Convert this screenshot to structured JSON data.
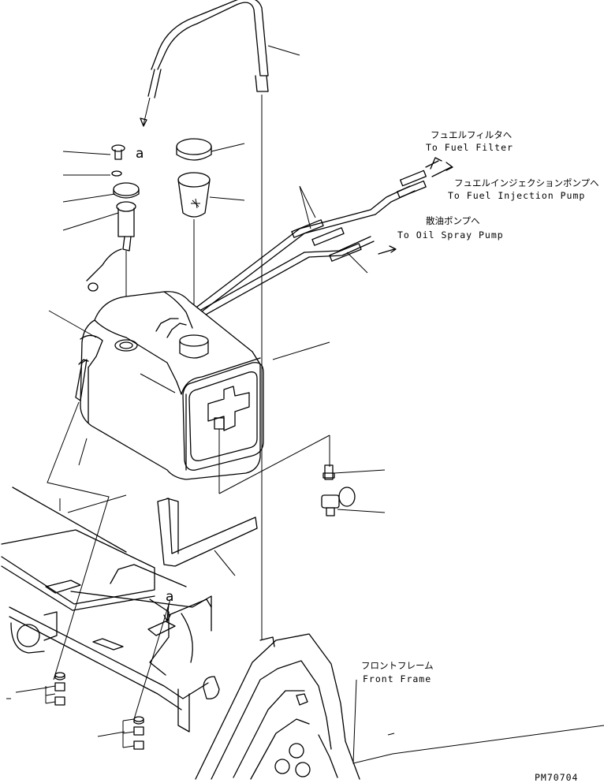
{
  "labels": {
    "fuel_filter_jp": "フュエルフィルタへ",
    "fuel_filter_en": "To Fuel Filter",
    "injection_pump_jp": "フュエルインジェクションポンプへ",
    "injection_pump_en": "To Fuel Injection Pump",
    "oil_spray_jp": "散油ポンプへ",
    "oil_spray_en": "To Oil Spray Pump",
    "front_frame_jp": "フロントフレーム",
    "front_frame_en": "Front Frame",
    "ref_a_top": "a",
    "ref_a_bottom": "a",
    "drawing_code": "PM70704"
  }
}
